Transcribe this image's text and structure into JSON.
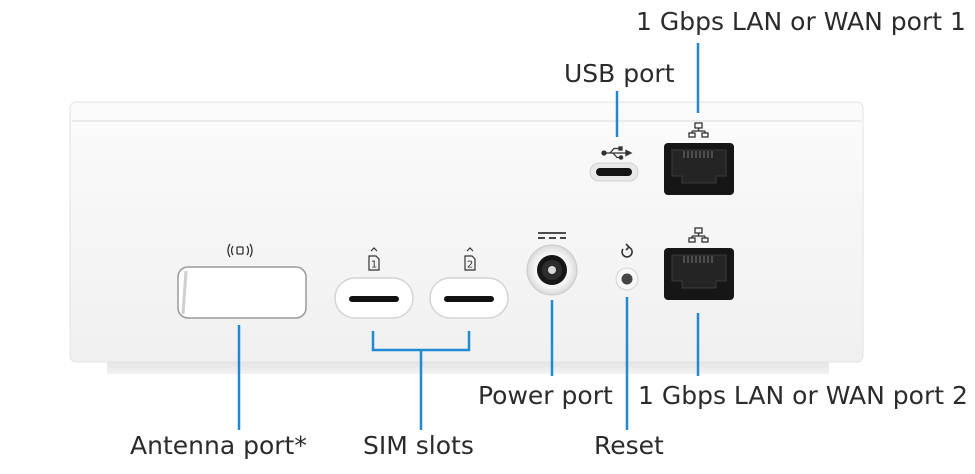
{
  "labels": {
    "lan_wan_port_1": "1 Gbps LAN or WAN port 1",
    "usb_port": "USB port",
    "power_port": "Power port",
    "lan_wan_port_2": "1 Gbps LAN or WAN port 2",
    "antenna_port": "Antenna port*",
    "sim_slots": "SIM slots",
    "reset": "Reset"
  },
  "sim_numbers": {
    "sim1": "1",
    "sim2": "2"
  },
  "colors": {
    "callout": "#1f8ad2",
    "device": "#f4f4f4",
    "port_black": "#111111"
  }
}
